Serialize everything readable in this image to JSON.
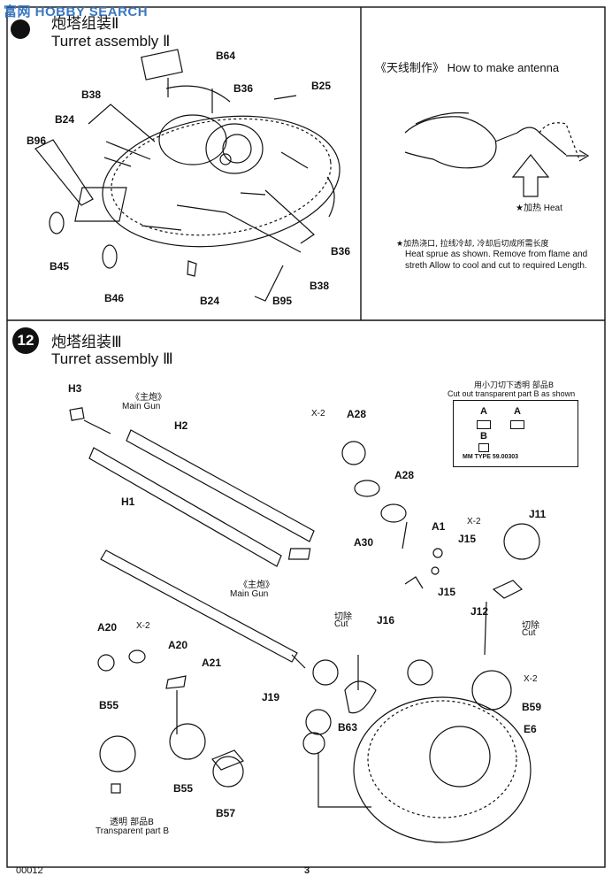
{
  "watermark": "富网 HOBBY SEARCH",
  "step11": {
    "title_cn": "炮塔组装Ⅱ",
    "title_en": "Turret assembly Ⅱ",
    "labels": [
      "B64",
      "B36",
      "B25",
      "B38",
      "B24",
      "B96",
      "B45",
      "B46",
      "B24",
      "B95",
      "B38",
      "B36"
    ]
  },
  "antenna": {
    "title_cn": "《天线制作》",
    "title_en": "How to make antenna",
    "heat_cn": "★加热",
    "heat_en": "Heat",
    "instr_cn": "★加热浇口, 拉线冷却, 冷却后切成所需长度",
    "instr_en_1": "Heat sprue as shown. Remove from flame and",
    "instr_en_2": "streth Allow to cool and cut to required Length."
  },
  "step12": {
    "number": "12",
    "title_cn": "炮塔组装Ⅲ",
    "title_en": "Turret assembly Ⅲ",
    "main_gun_cn": "《主炮》",
    "main_gun_en": "Main Gun",
    "main_gun2_cn": "《主炮》",
    "main_gun2_en": "Main Gun",
    "stamp_cn": "用小刀切下透明 部品B",
    "stamp_en": "Cut out transparent part B as shown",
    "stamp_a1": "A",
    "stamp_a2": "A",
    "stamp_b": "B",
    "stamp_type": "MM TYPE 59.00303",
    "cut_cn": "切除",
    "cut_en": "Cut",
    "cut2_cn": "切除",
    "cut2_en": "Cut",
    "transparent_cn": "透明 部品B",
    "transparent_en": "Transparent part B",
    "x2": "X-2",
    "parts": [
      "H3",
      "H2",
      "H1",
      "A28",
      "A28",
      "A30",
      "A1",
      "J15",
      "J15",
      "J16",
      "J11",
      "J12",
      "A20",
      "A20",
      "A21",
      "B55",
      "B55",
      "B57",
      "J19",
      "B63",
      "B59",
      "E6"
    ]
  },
  "footer": {
    "left": "00012",
    "center": "3"
  }
}
